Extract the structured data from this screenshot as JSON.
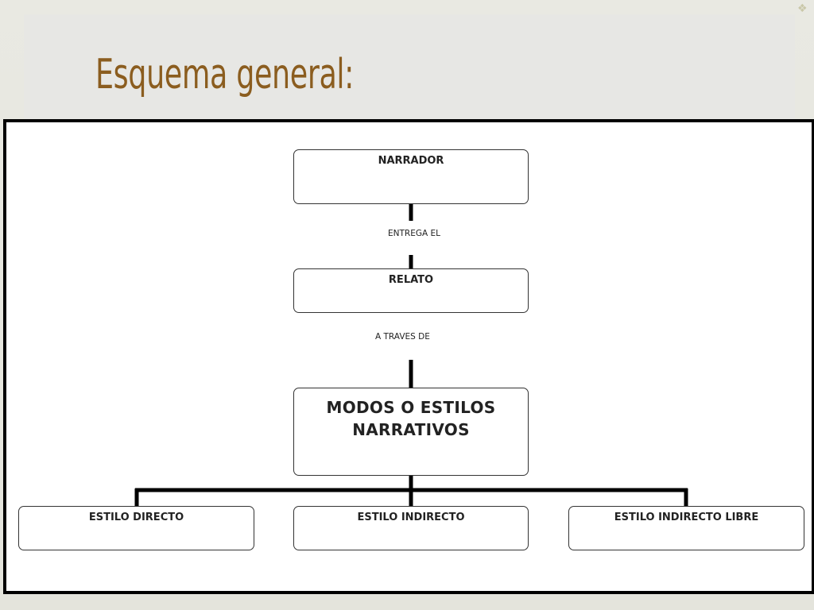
{
  "slide": {
    "title": "Esquema general:",
    "colors": {
      "title": "#8b5d1f",
      "background": "#e6e6df",
      "frame": "#000000"
    }
  },
  "diagram": {
    "nodes": {
      "narrador": "NARRADOR",
      "relato": "RELATO",
      "modos": "MODOS O ESTILOS\nNARRATIVOS",
      "directo": "ESTILO DIRECTO",
      "indirecto": "ESTILO INDIRECTO",
      "indirecto_libre": "ESTILO INDIRECTO LIBRE"
    },
    "edge_labels": {
      "entrega": "ENTREGA EL",
      "traves": "A TRAVES DE"
    }
  }
}
